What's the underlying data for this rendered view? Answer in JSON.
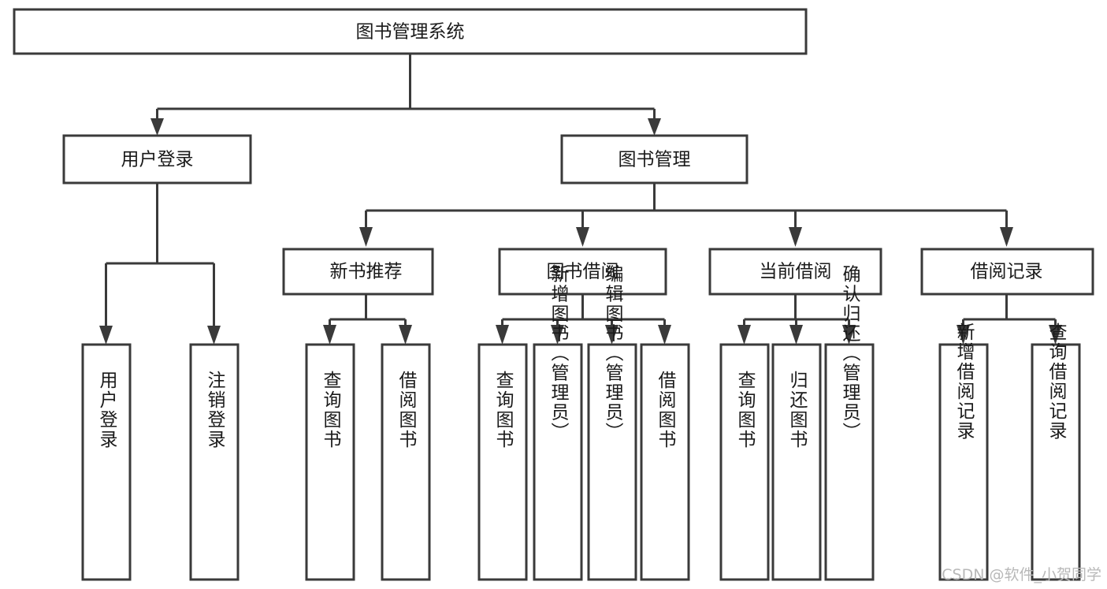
{
  "diagram": {
    "title": "图书管理系统",
    "type": "tree",
    "background_color": "#ffffff",
    "line_color": "#3a3a3a",
    "text_color": "#1a1a1a",
    "root": {
      "label": "图书管理系统",
      "id": "root"
    },
    "level2": [
      {
        "id": "user-login",
        "label": "用户登录"
      },
      {
        "id": "book-manage",
        "label": "图书管理"
      }
    ],
    "level3": [
      {
        "id": "new-book-rec",
        "label": "新书推荐"
      },
      {
        "id": "book-borrow",
        "label": "图书借阅"
      },
      {
        "id": "current-borrow",
        "label": "当前借阅"
      },
      {
        "id": "borrow-record",
        "label": "借阅记录"
      }
    ],
    "leaves": {
      "user_login": [
        {
          "id": "leaf-user-login",
          "label": "用户登录"
        },
        {
          "id": "leaf-logout",
          "label": "注销登录"
        }
      ],
      "new_book_rec": [
        {
          "id": "leaf-query-book-1",
          "label": "查询图书"
        },
        {
          "id": "leaf-borrow-book-1",
          "label": "借阅图书"
        }
      ],
      "book_borrow": [
        {
          "id": "leaf-query-book-2",
          "label": "查询图书"
        },
        {
          "id": "leaf-add-book",
          "label": "新增图书（管理员）"
        },
        {
          "id": "leaf-edit-book",
          "label": "编辑图书（管理员）"
        },
        {
          "id": "leaf-borrow-book-2",
          "label": "借阅图书"
        }
      ],
      "current_borrow": [
        {
          "id": "leaf-query-book-3",
          "label": "查询图书"
        },
        {
          "id": "leaf-return-book",
          "label": "归还图书"
        },
        {
          "id": "leaf-confirm-return",
          "label": "确认归还（管理员）"
        }
      ],
      "borrow_record": [
        {
          "id": "leaf-add-record",
          "label": "新增借阅记录"
        },
        {
          "id": "leaf-query-record",
          "label": "查询借阅记录"
        }
      ]
    }
  },
  "watermark": {
    "text": "CSDN @软件_小贺同学"
  }
}
